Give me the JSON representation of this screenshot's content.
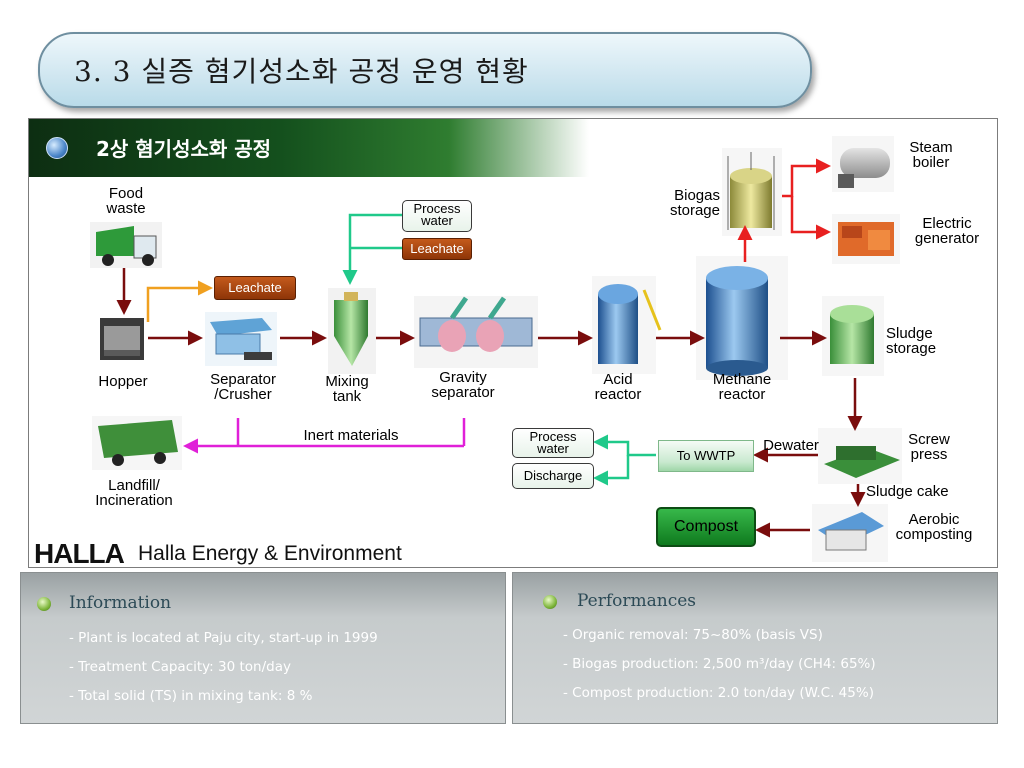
{
  "slide": {
    "title": "3. 3 실증 혐기성소화 공정 운영 현황",
    "section_title": "2상 혐기성소화 공정"
  },
  "diagram": {
    "nodes": {
      "food_waste": "Food\nwaste",
      "hopper": "Hopper",
      "separator": "Separator\n/Crusher",
      "mixing_tank": "Mixing\ntank",
      "gravity_separator": "Gravity\nseparator",
      "acid_reactor": "Acid\nreactor",
      "methane_reactor": "Methane\nreactor",
      "biogas_storage": "Biogas\nstorage",
      "steam_boiler": "Steam\nboiler",
      "electric_generator": "Electric\ngenerator",
      "sludge_storage": "Sludge\nstorage",
      "screw_press": "Screw\npress",
      "sludge_cake": "Sludge cake",
      "aerobic_composting": "Aerobic\ncomposting",
      "landfill": "Landfill/\nIncineration"
    },
    "boxes": {
      "leachate_1": "Leachate",
      "leachate_2": "Leachate",
      "process_water_1": "Process\nwater",
      "process_water_2": "Process\nwater",
      "discharge": "Discharge",
      "to_wwtp": "To WWTP",
      "compost": "Compost"
    },
    "flow_labels": {
      "inert_materials": "Inert  materials",
      "dewater": "Dewater"
    },
    "colors": {
      "main_flow": "#7a0d0d",
      "leachate_flow": "#f0a020",
      "process_water_flow": "#20c98a",
      "inert_flow": "#e020d8",
      "biogas_flow": "#e82020"
    }
  },
  "logo": {
    "brand": "HALLA",
    "company": "Halla Energy & Environment"
  },
  "information": {
    "heading": "Information",
    "items": [
      "- Plant is located at Paju city, start-up in 1999",
      "- Treatment Capacity: 30 ton/day",
      "- Total solid (TS) in mixing tank: 8 %"
    ]
  },
  "performances": {
    "heading": "Performances",
    "items": [
      "- Organic removal: 75~80% (basis VS)",
      "- Biogas production: 2,500 m³/day (CH4: 65%)",
      "- Compost production: 2.0 ton/day (W.C. 45%)"
    ]
  }
}
